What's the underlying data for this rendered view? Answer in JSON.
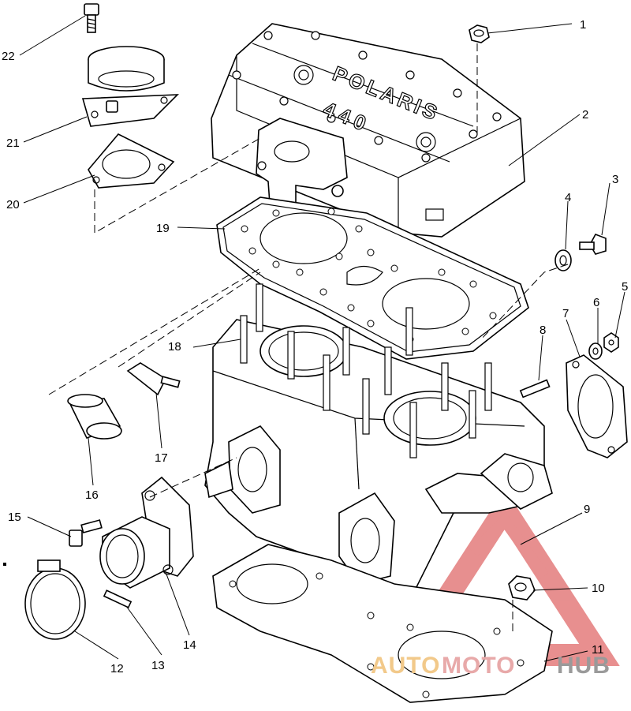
{
  "diagram": {
    "head_cover_text": "POLARIS",
    "head_cover_model": "440",
    "callouts": [
      "1",
      "2",
      "3",
      "4",
      "5",
      "6",
      "7",
      "8",
      "9",
      "10",
      "11",
      "12",
      "13",
      "14",
      "15",
      "16",
      "17",
      "18",
      "19",
      "20",
      "21",
      "22"
    ]
  },
  "watermark": {
    "part1": "AUTO",
    "part2": "MOTO",
    "part3": "HUB",
    "color_auto": "#f2c98a",
    "color_moto": "#e8a9a9",
    "color_hub": "#9a9a9a",
    "color_triangle": "#e06a6a"
  }
}
